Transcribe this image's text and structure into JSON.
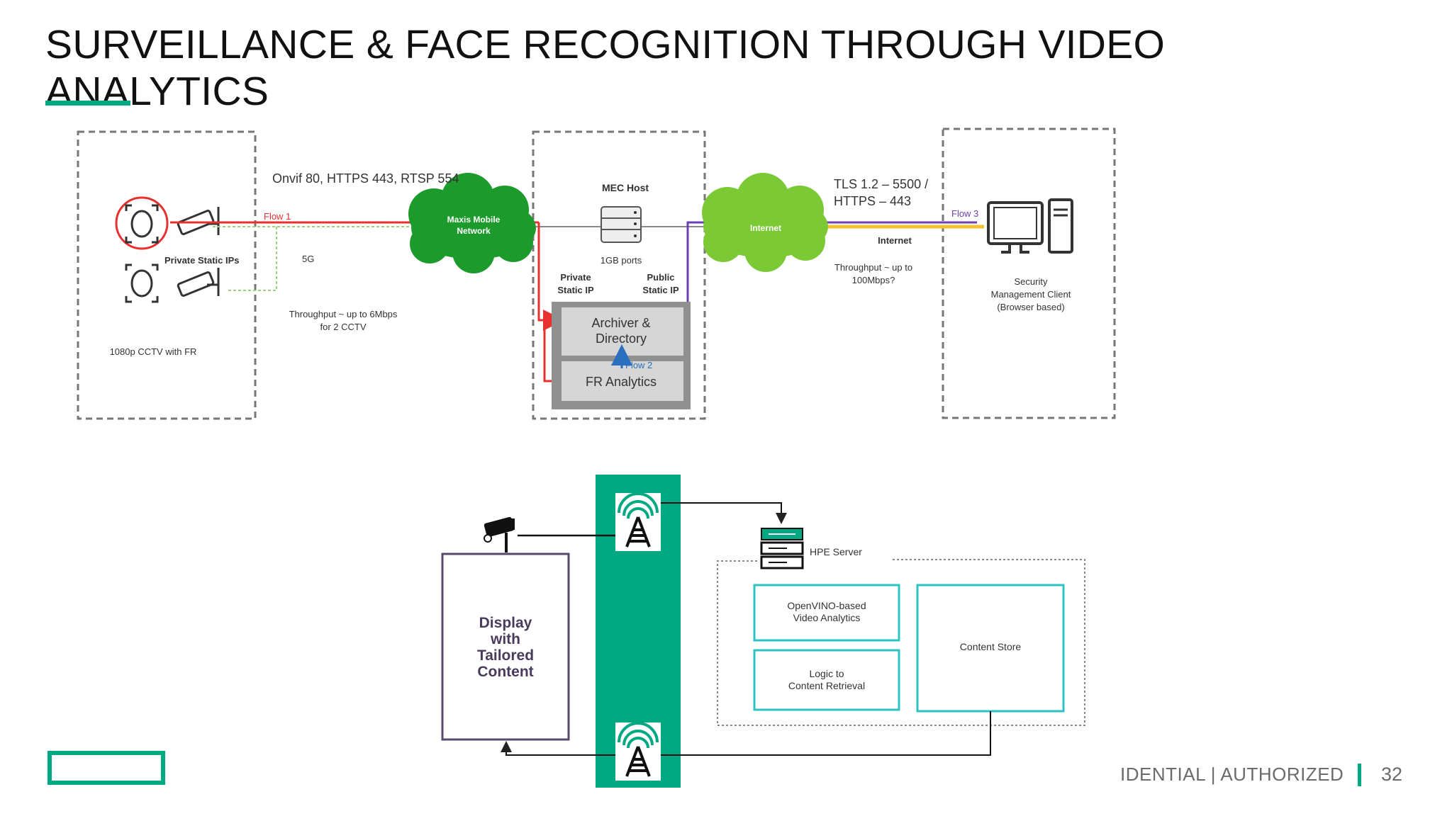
{
  "slide": {
    "title": "SURVEILLANCE & FACE RECOGNITION THROUGH VIDEO ANALYTICS",
    "footer_text": "IDENTIAL | AUTHORIZED",
    "page_number": "32",
    "accent_color": "#01a982"
  },
  "top_diagram": {
    "protocols": "Onvif 80, HTTPS 443, RTSP 554",
    "flow1": "Flow 1",
    "private_static_ips": "Private Static IPs",
    "label_5g": "5G",
    "throughput_cctv": [
      "Throughput ~ up to 6Mbps",
      "for 2 CCTV"
    ],
    "cctv_caption": "1080p CCTV with FR",
    "mobile_network": [
      "Maxis Mobile",
      "Network"
    ],
    "mec_host": "MEC Host",
    "ports": "1GB ports",
    "private_ip": [
      "Private",
      "Static IP"
    ],
    "public_ip": [
      "Public",
      "Static IP"
    ],
    "archiver": [
      "Archiver &",
      "Directory"
    ],
    "flow2": "Flow 2",
    "fr_analytics": "FR Analytics",
    "internet_cloud": "Internet",
    "tls": [
      "TLS 1.2 – 5500 /",
      "HTTPS – 443"
    ],
    "internet_label": "Internet",
    "throughput_internet": [
      "Throughput ~ up to",
      "100Mbps?"
    ],
    "flow3": "Flow 3",
    "client": [
      "Security",
      "Management Client",
      "(Browser based)"
    ],
    "colors": {
      "flow1": "#e8302e",
      "flow2": "#2b6fbf",
      "flow3": "#6b3fb0",
      "cloud": "#1c9a2c",
      "cloud_light": "#7cc936",
      "tls_line": "#f2c230"
    }
  },
  "bottom_diagram": {
    "display": [
      "Display",
      "with",
      "Tailored",
      "Content"
    ],
    "hpe_server": "HPE Server",
    "openvino": [
      "OpenVINO-based",
      "Video Analytics"
    ],
    "logic": [
      "Logic to",
      "Content Retrieval"
    ],
    "content_store": "Content Store",
    "colors": {
      "tower_band": "#01a982",
      "box_border": "#2cc3c3",
      "display_border": "#5a4a6a",
      "display_text": "#4a3a5c"
    }
  }
}
